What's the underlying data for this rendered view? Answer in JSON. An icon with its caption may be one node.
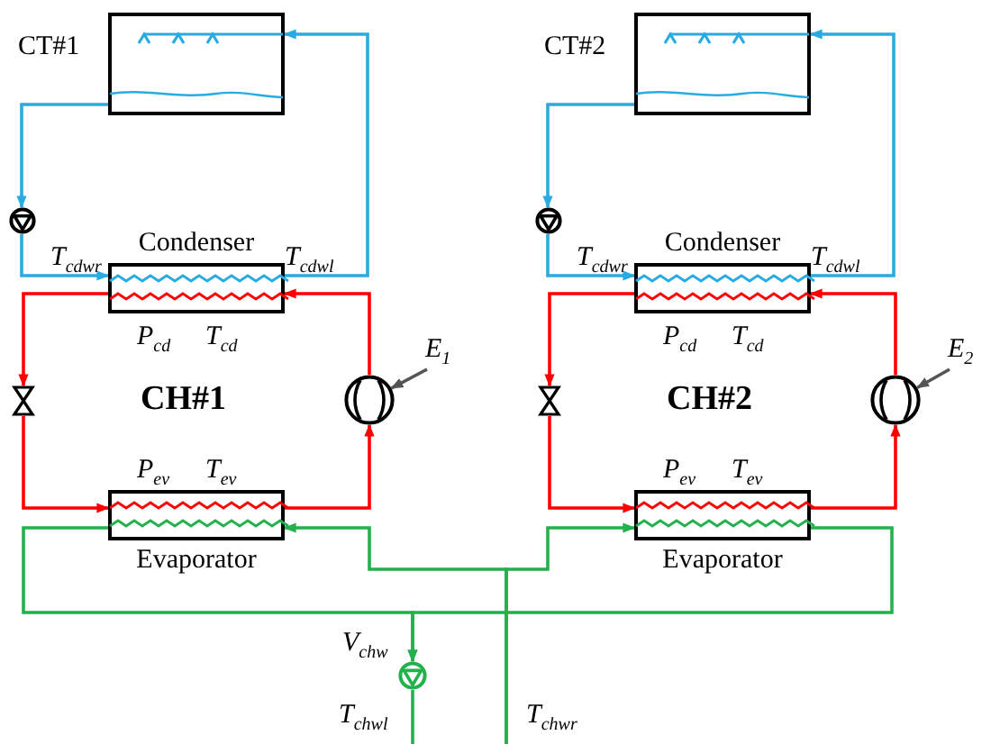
{
  "diagram": {
    "nodes": [
      {
        "text": [
          "CT#1"
        ]
      },
      {
        "text": [],
        "shape": "pump"
      },
      {
        "text": [
          "Condenser"
        ],
        "beside": [
          "P$_{cd}$",
          "T$_{cd}$"
        ]
      },
      {
        "text": [],
        "shape": "valve"
      },
      {
        "text": [],
        "shape": "compressor"
      },
      {
        "text": [
          "Evaporator"
        ],
        "beside": [
          "P$_{ev}$",
          "T$_{ev}$"
        ]
      },
      {
        "text": [
          "CT#2"
        ]
      },
      {
        "text": [],
        "shape": "pump"
      },
      {
        "text": [
          "Condenser"
        ],
        "beside": [
          "P$_{cd}$",
          "T$_{cd}$"
        ]
      },
      {
        "text": [],
        "shape": "valve"
      },
      {
        "text": [],
        "shape": "compressor"
      },
      {
        "text": [
          "Evaporator"
        ],
        "beside": [
          "P$_{ev}$",
          "T$_{ev}$"
        ]
      },
      {
        "text": [],
        "shape": "pump"
      },
      {
        "text": [
          "E$_{1}$"
        ]
      },
      {
        "text": [
          "E$_{2}$"
        ]
      }
    ],
    "edges": [
      {
        "from": 0,
        "to": 1,
        "arrow": "to",
        "color": "#29abe2"
      },
      {
        "from": 1,
        "to": 2,
        "arrow": "to",
        "color": "#29abe2"
      },
      {
        "from": 2,
        "to": 0,
        "arrow": "to",
        "color": "#29abe2"
      },
      {
        "from": 2,
        "to": 3,
        "arrow": "to"
      },
      {
        "from": 3,
        "to": 5,
        "arrow": "to"
      },
      {
        "from": 5,
        "to": 4,
        "arrow": "to"
      },
      {
        "from": 4,
        "to": 2,
        "arrow": "to"
      },
      {
        "from": 6,
        "to": 7,
        "arrow": "to",
        "color": "#29abe2"
      },
      {
        "from": 7,
        "to": 8,
        "arrow": "to",
        "color": "#29abe2"
      },
      {
        "from": 8,
        "to": 6,
        "arrow": "to",
        "color": "#29abe2"
      },
      {
        "from": 8,
        "to": 9,
        "arrow": "to"
      },
      {
        "from": 9,
        "to": 11,
        "arrow": "to"
      },
      {
        "from": 11,
        "to": 10,
        "arrow": "to"
      },
      {
        "from": 10,
        "to": 8,
        "arrow": "to"
      },
      {
        "from": 13,
        "to": 4,
        "arrow": "to",
        "color": "#555555"
      },
      {
        "from": 14,
        "to": 10,
        "arrow": "to",
        "color": "#555555"
      },
      {
        "from": 5,
        "to": 12,
        "arrow": "to",
        "color": "#22b14c"
      },
      {
        "from": 11,
        "to": 12,
        "arrow": "to",
        "color": "#22b14c"
      },
      {
        "from": null,
        "to": 5,
        "arrow": "to",
        "color": "#22b14c"
      },
      {
        "from": null,
        "to": 11,
        "arrow": "to",
        "color": "#22b14c"
      },
      {
        "from": 12,
        "to": null,
        "arrow": "none",
        "color": "#22b14c"
      }
    ],
    "labels": [
      "T$_{cdwr}$",
      "T$_{cdwl}$",
      "T$_{cdwr}$",
      "T$_{cdwl}$",
      "CH#1",
      "CH#2",
      "V$_{chw}$",
      "T$_{chwl}$",
      "T$_{chwr}$"
    ]
  }
}
